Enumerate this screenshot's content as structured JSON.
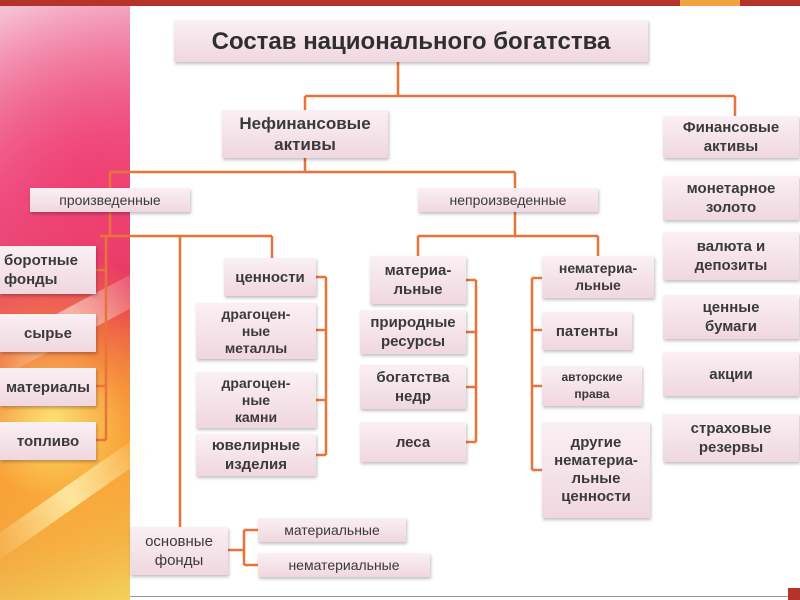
{
  "title": "Состав национального богатства",
  "nonfinancial": {
    "label": "Нефинансовые\nактивы"
  },
  "financial": {
    "label": "Финансовые\nактивы",
    "items": [
      "монетарное\nзолото",
      "валюта и\nдепозиты",
      "ценные\nбумаги",
      "акции",
      "страховые\nрезервы"
    ]
  },
  "produced": {
    "label": "произведенные",
    "left_items": [
      "боротные\nфонды",
      "сырье",
      "материалы",
      "топливо"
    ],
    "valuables": {
      "label": "ценности",
      "items": [
        "драгоцен-\nные\nметаллы",
        "драгоцен-\nные\nкамни",
        "ювелирные\nизделия"
      ]
    },
    "fixed_assets": {
      "label": "основные\nфонды",
      "items": [
        "материальные",
        "нематериальные"
      ]
    }
  },
  "nonproduced": {
    "label": "непроизведенные",
    "material": {
      "label": "материа-\nльные",
      "items": [
        "природные\nресурсы",
        "богатства\nнедр",
        "леса"
      ]
    },
    "immaterial": {
      "label": "нематериа-\nльные",
      "items": [
        "патенты",
        "авторские\nправа",
        "другие\nнематериа-\nльные\nценности"
      ]
    }
  }
}
